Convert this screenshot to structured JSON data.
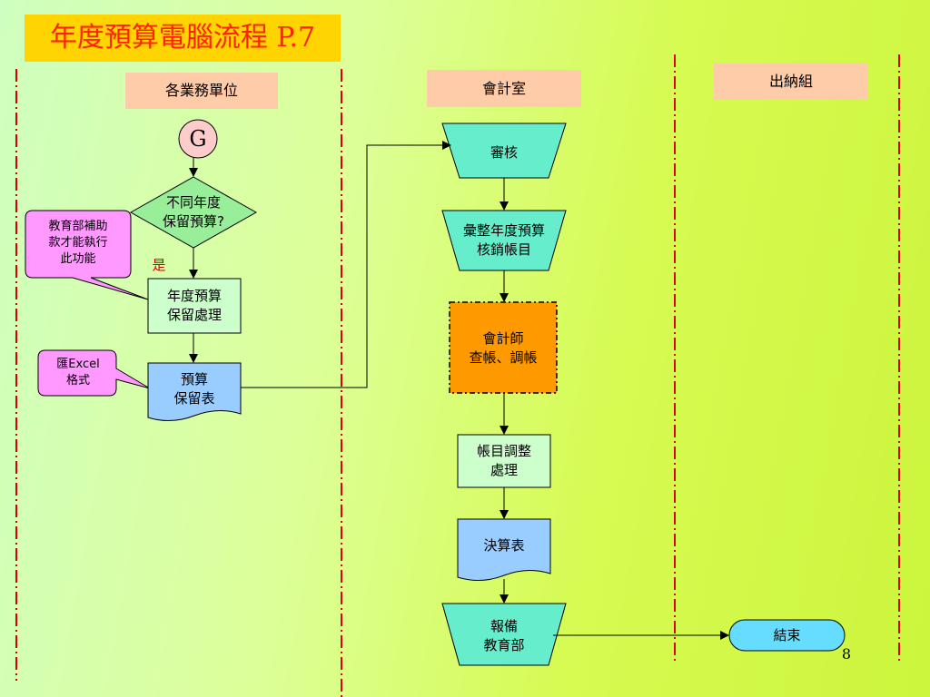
{
  "title": "年度預算電腦流程 P.7",
  "lanes": {
    "business_units": "各業務單位",
    "accounting": "會計室",
    "cashier": "出納組"
  },
  "connector": {
    "label": "G"
  },
  "decision": {
    "line1": "不同年度",
    "line2": "保留預算?"
  },
  "yes_label": "是",
  "callout_moe": {
    "line1": "教育部補助",
    "line2": "款才能執行",
    "line3": "此功能"
  },
  "callout_excel": {
    "line1": "匯Excel",
    "line2": "格式"
  },
  "process_retain": {
    "line1": "年度預算",
    "line2": "保留處理"
  },
  "doc_budget": {
    "line1": "預算",
    "line2": "保留表"
  },
  "review": {
    "label": "審核"
  },
  "consolidate": {
    "line1": "彙整年度預算",
    "line2": "核銷帳目"
  },
  "accountant_check": {
    "line1": "會計師",
    "line2": "查帳、調帳"
  },
  "adjust": {
    "line1": "帳目調整",
    "line2": "處理"
  },
  "final_statement": {
    "label": "決算表"
  },
  "report": {
    "line1": "報備",
    "line2": "教育部"
  },
  "end": {
    "label": "結束"
  },
  "page_number": "8",
  "colors": {
    "title_bg": "#ffd400",
    "title_text": "#ff2200",
    "lane_header_bg": "#ffccaa",
    "lane_divider": "#dd0000",
    "process_fill": "#ccffcc",
    "document_fill": "#99ccff",
    "trapezoid_fill": "#66eecc",
    "accountant_fill": "#ff9900",
    "callout_fill": "#ff99ff",
    "decision_fill": "#99ee99",
    "connector_fill": "#ffcccc",
    "end_fill": "#66ddff",
    "yes_text": "#dd0000"
  }
}
